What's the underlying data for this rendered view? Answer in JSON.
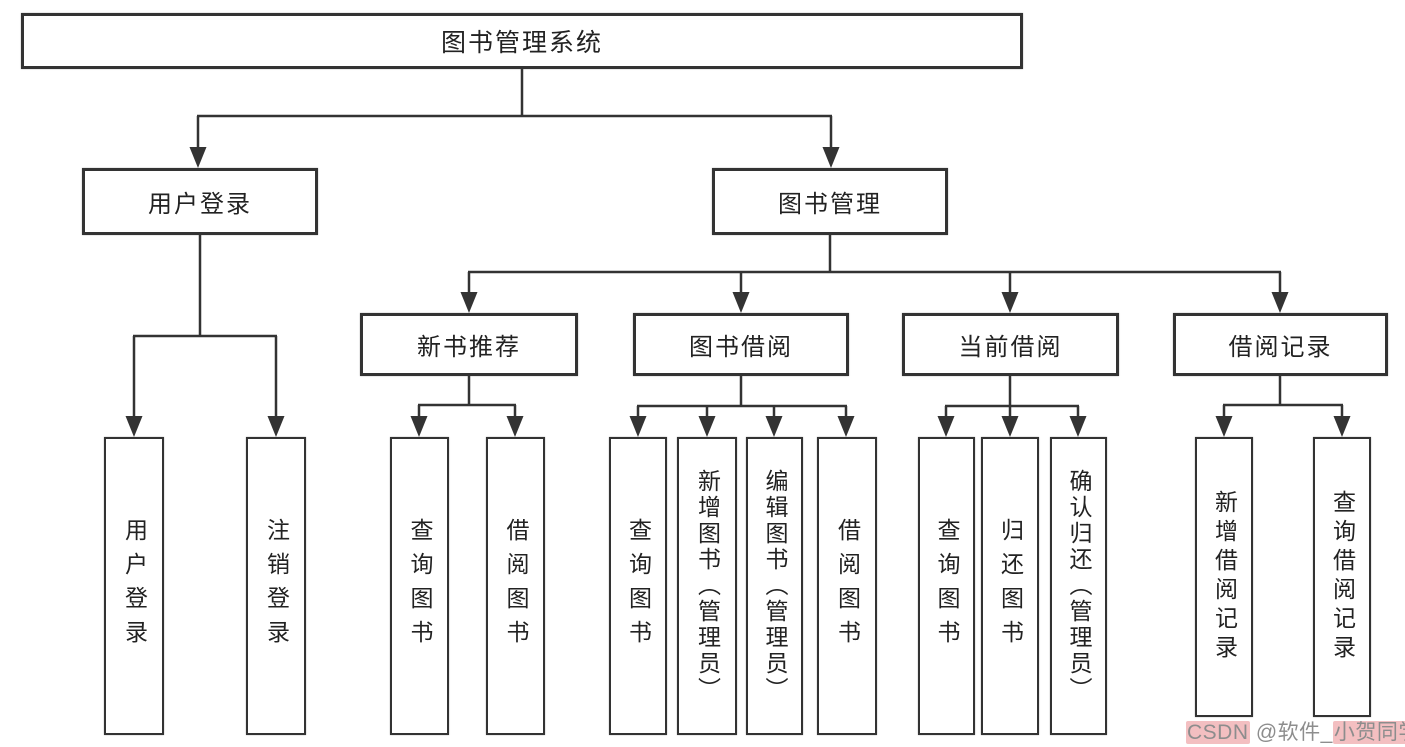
{
  "colors": {
    "background": "#ffffff",
    "line": "#333333",
    "box_border": "#333333",
    "text": "#222222",
    "watermark_text": "#8d8d8d",
    "watermark_highlight": "#f3bfc1"
  },
  "diagram": {
    "root": {
      "label": "图书管理系统"
    },
    "branches": [
      {
        "label": "用户登录",
        "children": [
          {
            "label": "用户登录"
          },
          {
            "label": "注销登录"
          }
        ]
      },
      {
        "label": "图书管理",
        "children": [
          {
            "label": "新书推荐",
            "children": [
              {
                "label": "查询图书"
              },
              {
                "label": "借阅图书"
              }
            ]
          },
          {
            "label": "图书借阅",
            "children": [
              {
                "label": "查询图书"
              },
              {
                "label": "新增图书（管理员）"
              },
              {
                "label": "编辑图书（管理员）"
              },
              {
                "label": "借阅图书"
              }
            ]
          },
          {
            "label": "当前借阅",
            "children": [
              {
                "label": "查询图书"
              },
              {
                "label": "归还图书"
              },
              {
                "label": "确认归还（管理员）"
              }
            ]
          },
          {
            "label": "借阅记录",
            "children": [
              {
                "label": "新增借阅记录"
              },
              {
                "label": "查询借阅记录"
              }
            ]
          }
        ]
      }
    ]
  },
  "watermark": {
    "full_text": "CSDN @软件_小贺同学",
    "part_brand": "CSDN",
    "part_middle": " @软件_",
    "part_name": "小贺同学"
  }
}
